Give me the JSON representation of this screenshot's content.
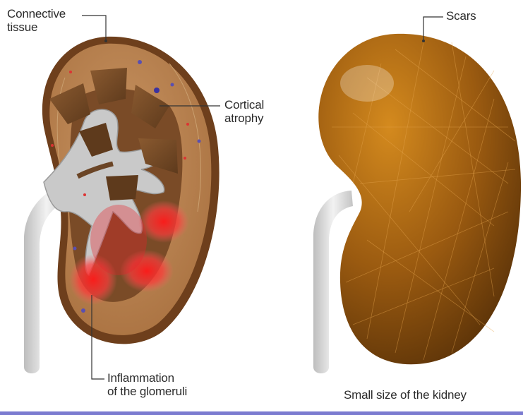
{
  "labels": {
    "connective_tissue": "Connective\ntissue",
    "cortical_atrophy": "Cortical\natrophy",
    "inflammation": "Inflammation\nof the glomeruli",
    "scars": "Scars",
    "small_size": "Small size of the kidney"
  },
  "colors": {
    "cortex": "#b98350",
    "capsule": "#6e3f1c",
    "medulla_dark": "#6b4526",
    "pelvis_gray": "#c7c7c7",
    "inflammation_red": "#e8222a",
    "whole_kidney": "#a8660f",
    "ureter": "#d9d9d9",
    "leader_line": "#333333",
    "bottom_rule": "#7b7bd0"
  },
  "icons": [
    "sectioned-kidney-illustration",
    "whole-kidney-illustration"
  ]
}
